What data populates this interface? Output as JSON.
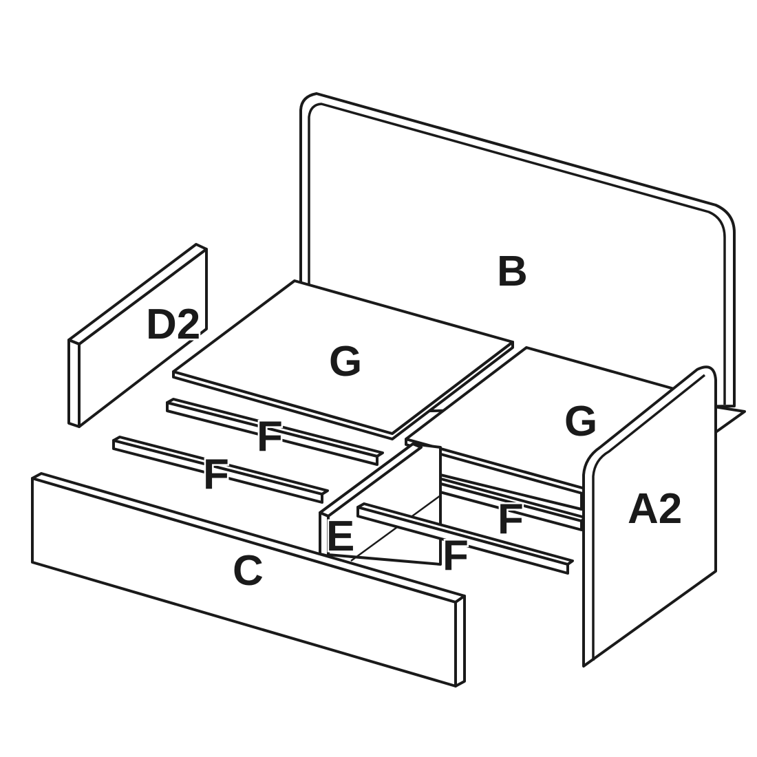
{
  "diagram": {
    "type": "exploded furniture assembly",
    "labels": {
      "back_panel": "B",
      "left_side_panel": "D2",
      "seat_left": "G",
      "seat_right": "G",
      "right_side_panel": "A2",
      "front_panel": "C",
      "divider": "E",
      "rail_1": "F",
      "rail_2": "F",
      "rail_3": "F",
      "rail_4": "F"
    },
    "colors": {
      "line": "#1a1a1a",
      "fill": "#ffffff"
    }
  }
}
